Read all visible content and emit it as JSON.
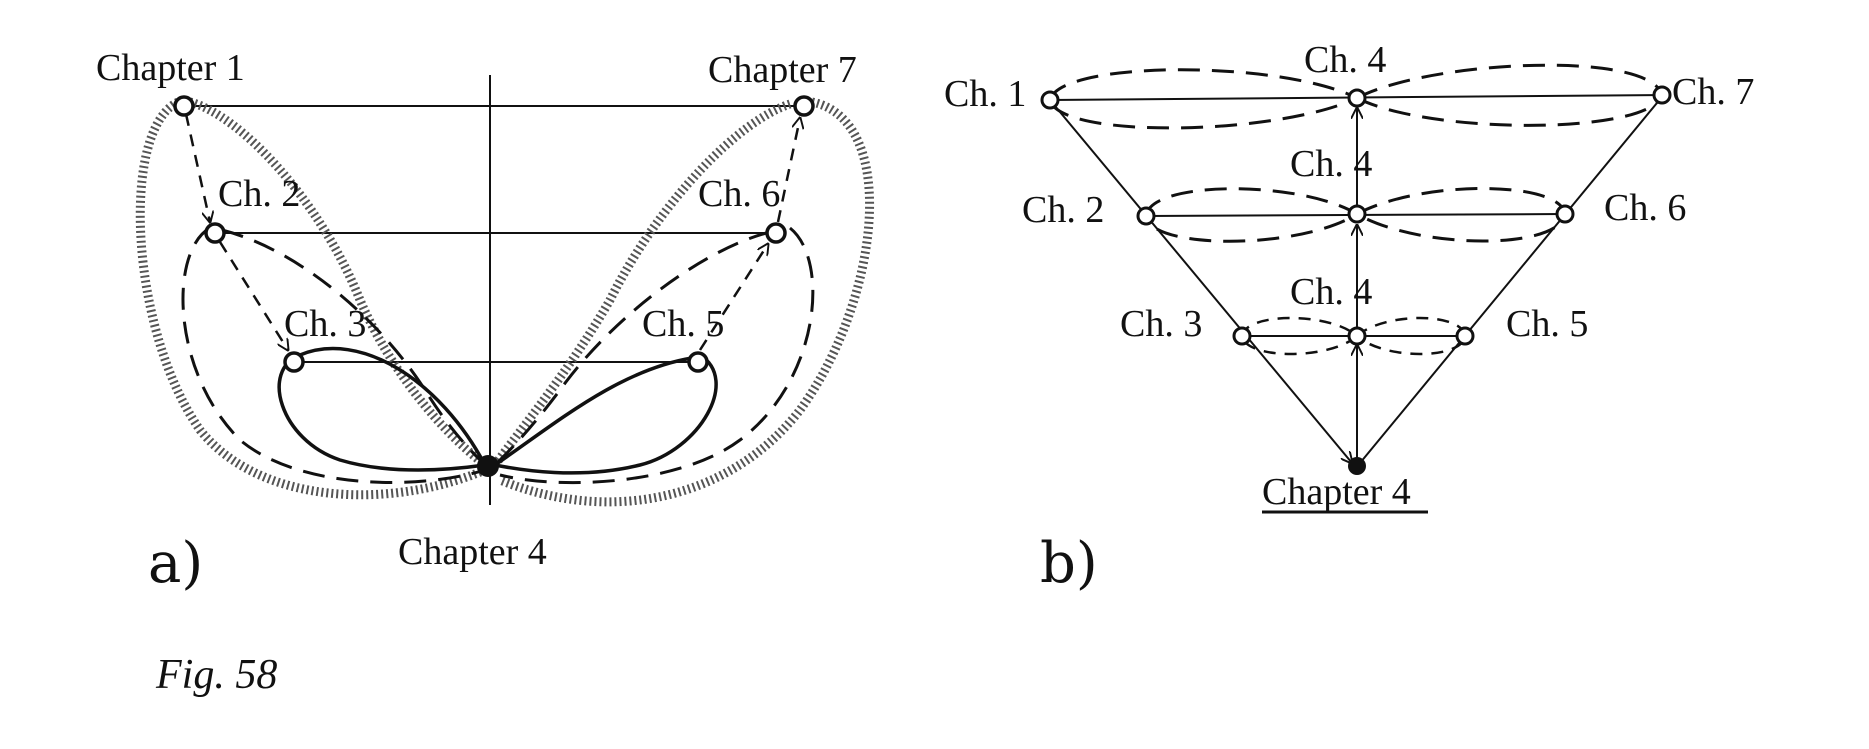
{
  "panel_a": {
    "label": "a)",
    "nodes": {
      "chapter1": "Chapter 1",
      "chapter7": "Chapter 7",
      "ch2": "Ch. 2",
      "ch3": "Ch. 3",
      "ch5": "Ch. 5",
      "ch6": "Ch. 6",
      "chapter4": "Chapter 4"
    }
  },
  "panel_b": {
    "label": "b)",
    "nodes": {
      "ch1": "Ch. 1",
      "ch7": "Ch. 7",
      "ch4_top": "Ch. 4",
      "ch2": "Ch. 2",
      "ch6": "Ch. 6",
      "ch4_mid": "Ch. 4",
      "ch3": "Ch. 3",
      "ch5": "Ch. 5",
      "ch4_low": "Ch. 4",
      "chapter4": "Chapter 4"
    }
  },
  "caption": "Fig. 58"
}
